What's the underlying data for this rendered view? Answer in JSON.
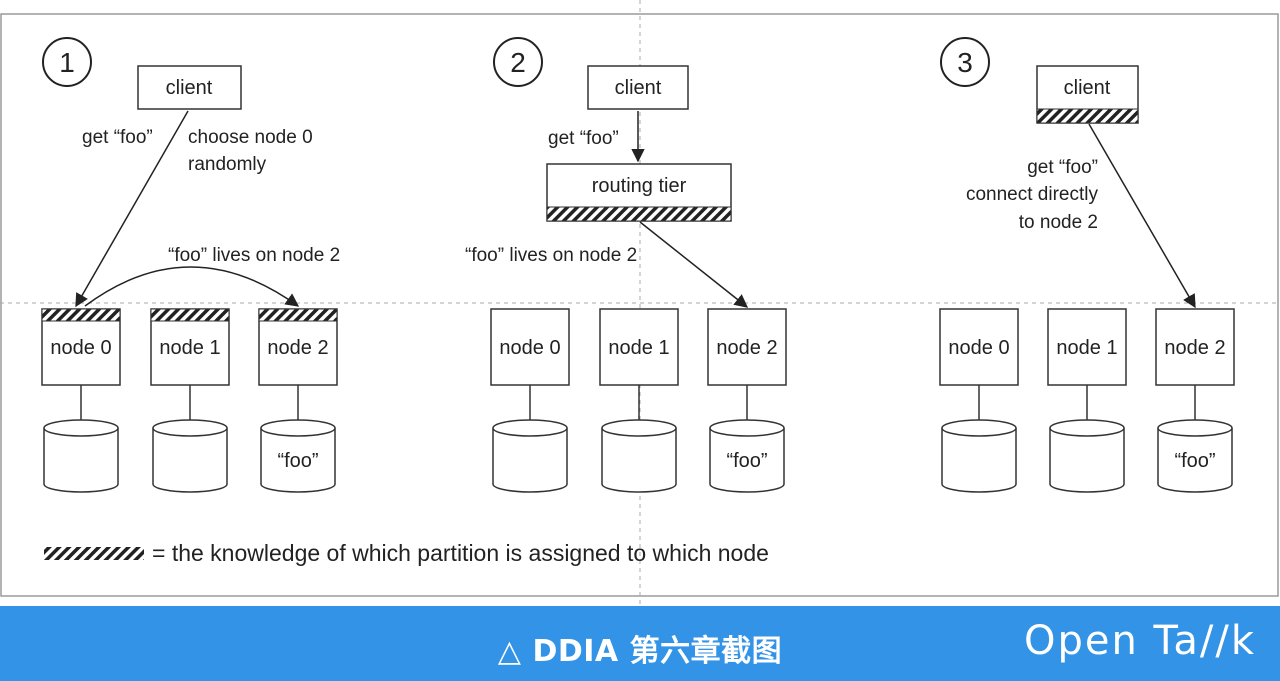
{
  "panels": [
    {
      "number": "1",
      "client_label": "client",
      "annotations": {
        "request": "get “foo”",
        "choose_line1": "choose node 0",
        "choose_line2": "randomly",
        "lives_on": "“foo” lives on node 2"
      },
      "nodes": [
        "node 0",
        "node 1",
        "node 2"
      ],
      "stored_value": "“foo”"
    },
    {
      "number": "2",
      "client_label": "client",
      "routing_label": "routing tier",
      "annotations": {
        "request": "get “foo”",
        "lives_on": "“foo” lives on node 2"
      },
      "nodes": [
        "node 0",
        "node 1",
        "node 2"
      ],
      "stored_value": "“foo”"
    },
    {
      "number": "3",
      "client_label": "client",
      "annotations": {
        "request_line1": "get “foo”",
        "request_line2": "connect directly",
        "request_line3": "to node 2"
      },
      "nodes": [
        "node 0",
        "node 1",
        "node 2"
      ],
      "stored_value": "“foo”"
    }
  ],
  "legend": {
    "text": "= the knowledge of which partition is assigned to which node"
  },
  "caption": {
    "text": "△ DDIA 第六章截图",
    "brand": "Open Ta//k"
  },
  "colors": {
    "caption_bar": "#3393e6",
    "caption_text": "#ffffff",
    "line": "#333333"
  }
}
